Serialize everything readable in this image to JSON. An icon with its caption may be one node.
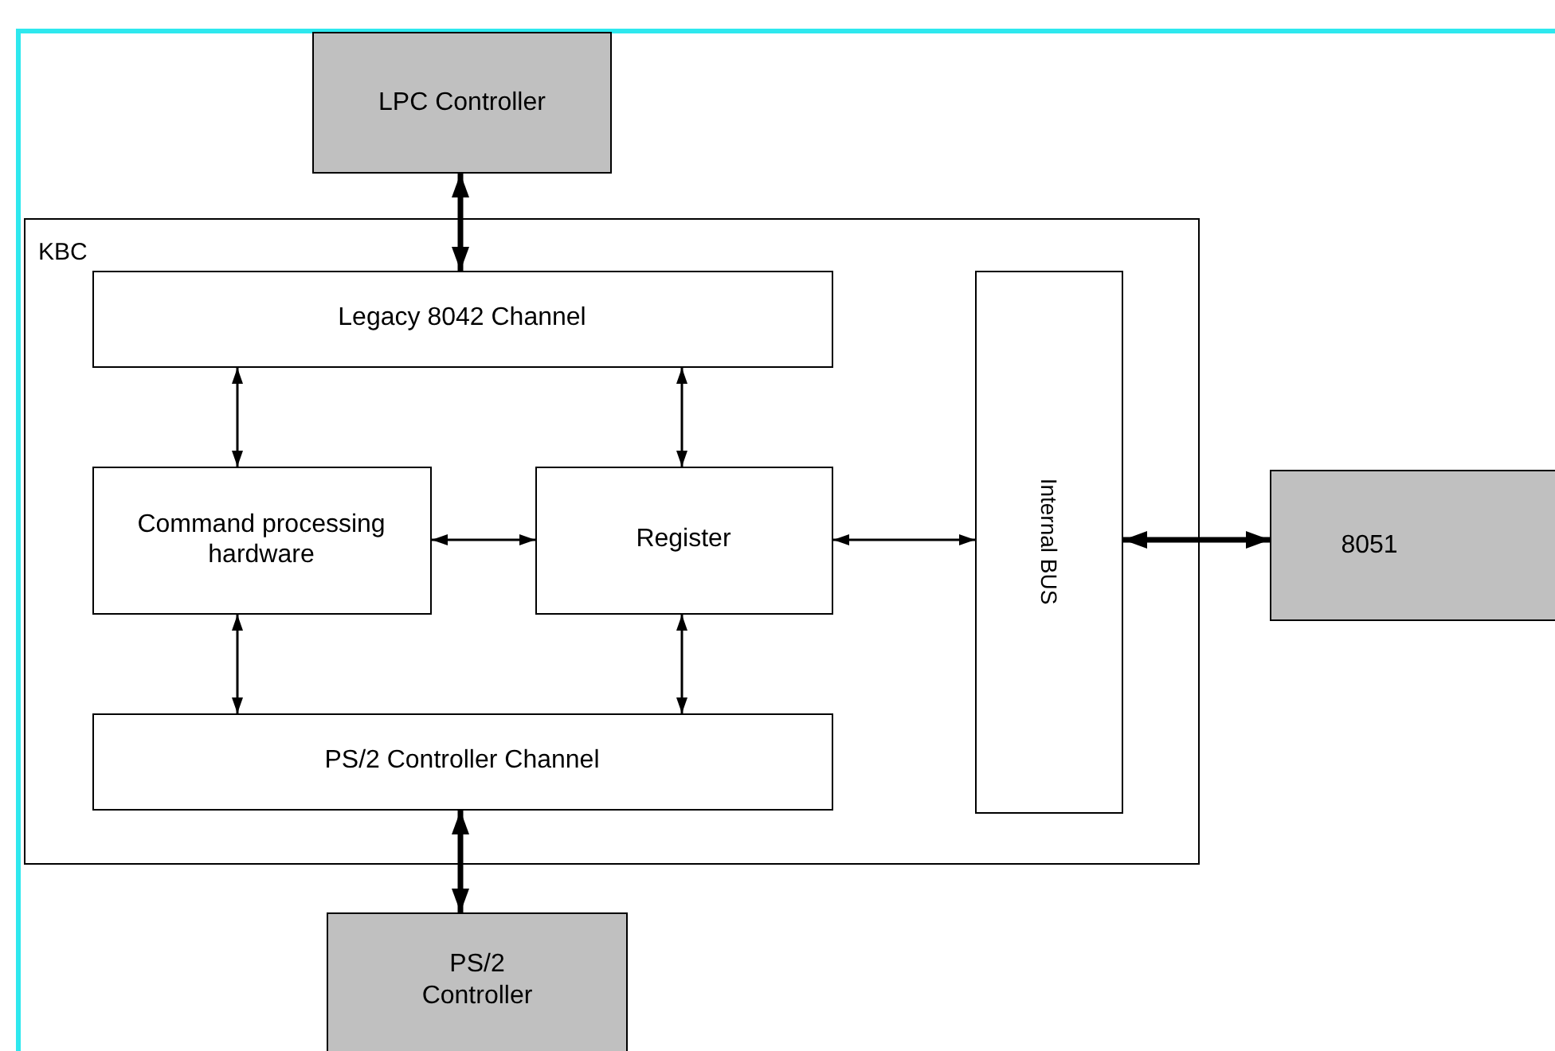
{
  "diagram": {
    "nodes": [
      {
        "text": [
          "LPC Controller"
        ]
      },
      {
        "text": [
          "KBC"
        ]
      },
      {
        "text": [
          "Legacy 8042 Channel"
        ],
        "in": 1
      },
      {
        "text": [
          "Command processing hardware"
        ],
        "in": 1
      },
      {
        "text": [
          "Register"
        ],
        "in": 1
      },
      {
        "text": [
          "Internal BUS"
        ],
        "in": 1
      },
      {
        "text": [
          "PS/2 Controller Channel"
        ],
        "in": 1
      },
      {
        "text": [
          "8051"
        ]
      },
      {
        "text": [
          "PS/2 Controller"
        ]
      }
    ],
    "edges": [
      {
        "from": 0,
        "to": 2,
        "arrow": "both",
        "style": "thick"
      },
      {
        "from": 2,
        "to": 3,
        "arrow": "both"
      },
      {
        "from": 2,
        "to": 4,
        "arrow": "both"
      },
      {
        "from": 3,
        "to": 4,
        "arrow": "both"
      },
      {
        "from": 4,
        "to": 5,
        "arrow": "both"
      },
      {
        "from": 5,
        "to": 7,
        "arrow": "both",
        "style": "thick"
      },
      {
        "from": 3,
        "to": 6,
        "arrow": "both"
      },
      {
        "from": 4,
        "to": 6,
        "arrow": "both"
      },
      {
        "from": 6,
        "to": 8,
        "arrow": "both",
        "style": "thick"
      }
    ]
  }
}
